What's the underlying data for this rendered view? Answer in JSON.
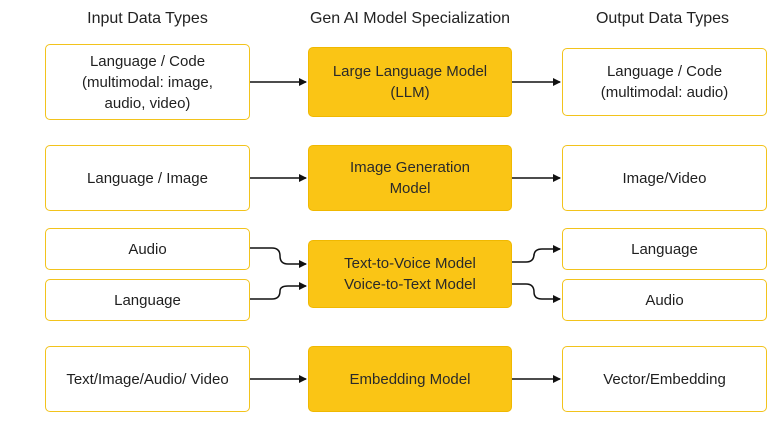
{
  "headers": {
    "input": "Input Data Types",
    "model": "Gen AI Model Specialization",
    "output": "Output Data Types"
  },
  "rows": [
    {
      "inputs": [
        "Language / Code\n(multimodal: image,\naudio, video)"
      ],
      "model": "Large Language Model\n(LLM)",
      "outputs": [
        "Language / Code\n(multimodal: audio)"
      ]
    },
    {
      "inputs": [
        "Language / Image"
      ],
      "model": "Image Generation\nModel",
      "outputs": [
        "Image/Video"
      ]
    },
    {
      "inputs": [
        "Audio",
        "Language"
      ],
      "model": "Text-to-Voice Model\nVoice-to-Text Model",
      "outputs": [
        "Language",
        "Audio"
      ]
    },
    {
      "inputs": [
        "Text/Image/Audio/ Video"
      ],
      "model": "Embedding Model",
      "outputs": [
        "Vector/Embedding"
      ]
    }
  ],
  "colors": {
    "model_fill": "#fac515",
    "box_border": "#f2c31c",
    "arrow": "#111111"
  }
}
